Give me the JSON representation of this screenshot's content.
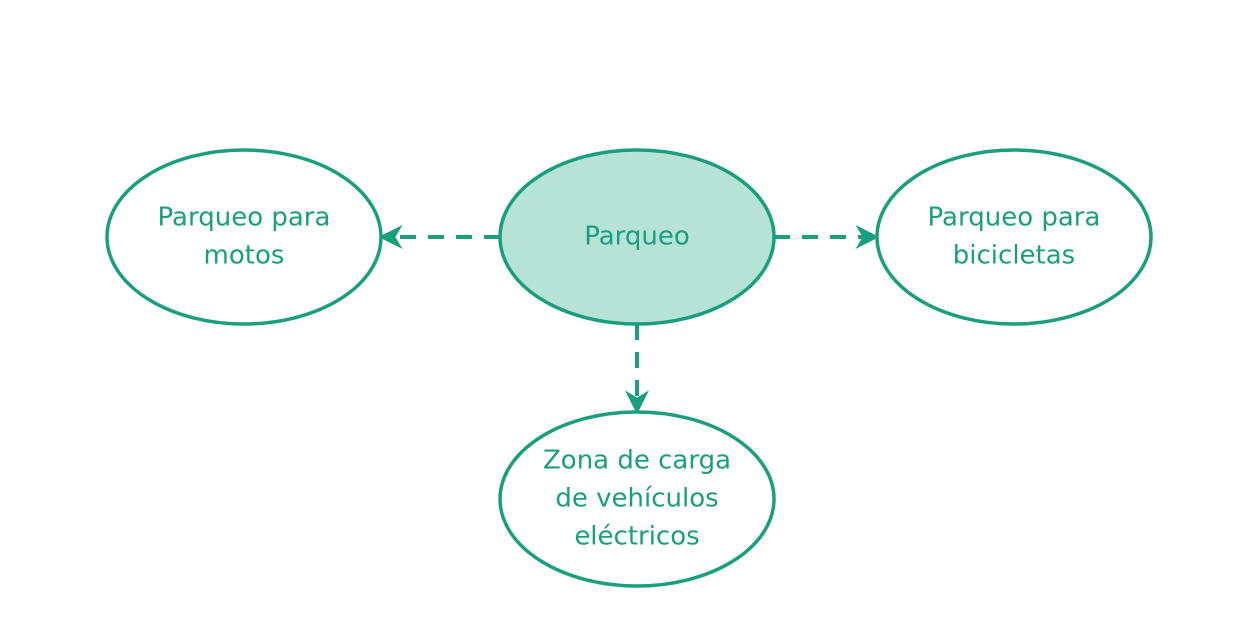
{
  "colors": {
    "accent": "#1a9f7e",
    "center_fill": "#b6e3d6",
    "node_fill": "#ffffff",
    "background": "#ffffff"
  },
  "nodes": [
    {
      "id": "center",
      "lines": [
        "Parqueo"
      ],
      "filled": true
    },
    {
      "id": "left",
      "lines": [
        "Parqueo para",
        "motos"
      ],
      "filled": false
    },
    {
      "id": "right",
      "lines": [
        "Parqueo para",
        "bicicletas"
      ],
      "filled": false
    },
    {
      "id": "bottom",
      "lines": [
        "Zona de carga",
        "de vehículos",
        "eléctricos"
      ],
      "filled": false
    }
  ],
  "edges": [
    {
      "from": "center",
      "to": "left",
      "style": "dashed",
      "arrow": true
    },
    {
      "from": "center",
      "to": "right",
      "style": "dashed",
      "arrow": true
    },
    {
      "from": "center",
      "to": "bottom",
      "style": "dashed",
      "arrow": true
    }
  ]
}
